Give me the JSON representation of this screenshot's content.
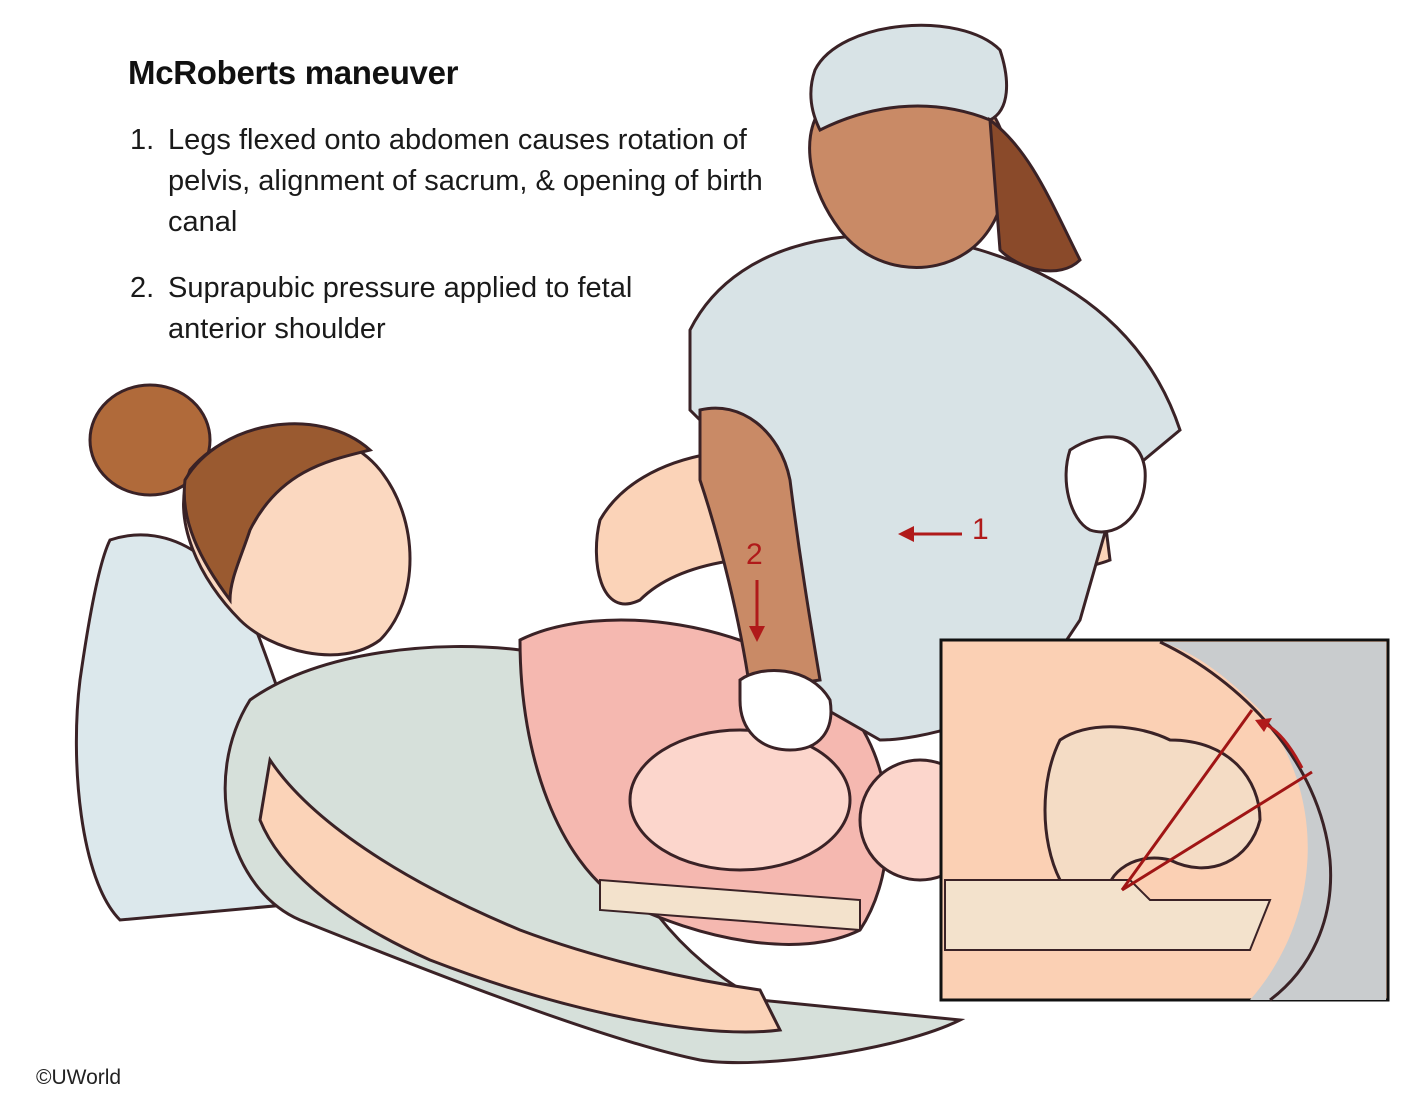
{
  "title": "McRoberts maneuver",
  "steps": [
    {
      "number": "1.",
      "text": "Legs flexed onto abdomen causes rotation of pelvis, alignment of sacrum, & opening of birth canal"
    },
    {
      "number": "2.",
      "text": "Suprapubic pressure applied to fetal anterior shoulder"
    }
  ],
  "annotations": {
    "arrow_1_label": "1",
    "arrow_2_label": "2"
  },
  "copyright": "©UWorld",
  "colors": {
    "arrow_red": "#b01a1a",
    "skin_light": "#fbd3b8",
    "skin_dark": "#c98a66",
    "scrubs": "#d8e3e6",
    "outline": "#3a2226",
    "inset_border": "#111111"
  }
}
